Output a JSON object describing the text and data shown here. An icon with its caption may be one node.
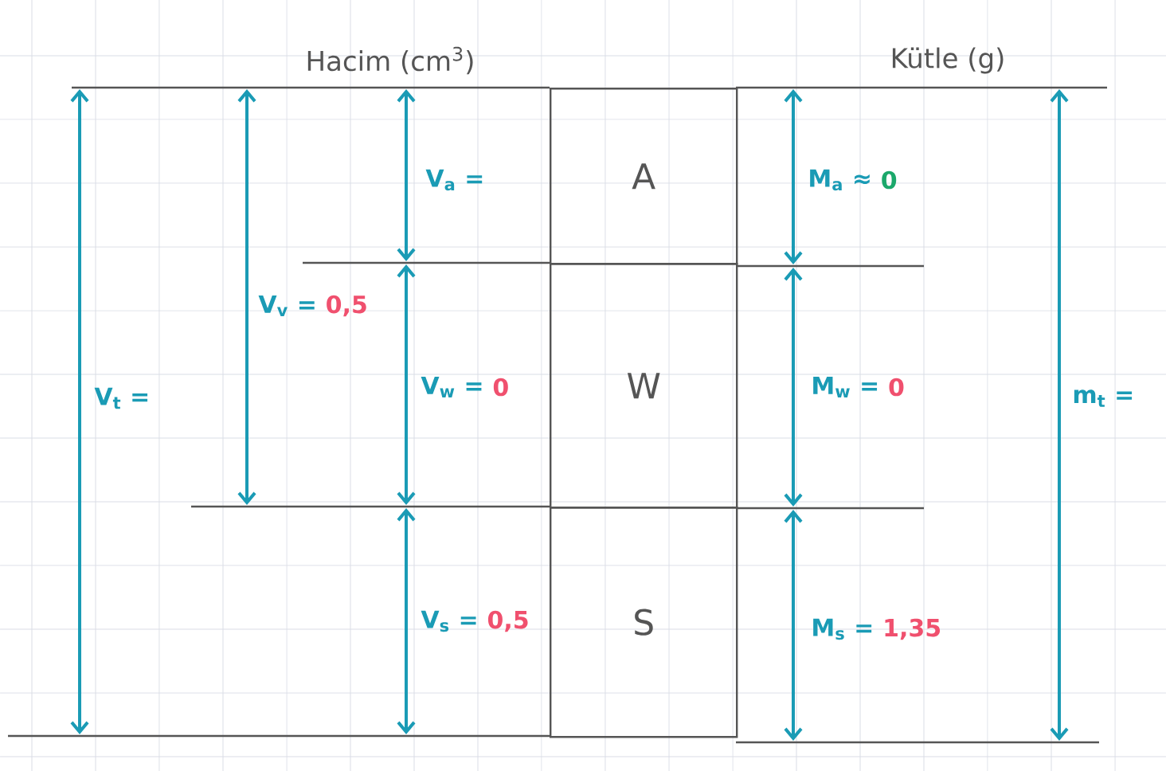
{
  "diagram": {
    "nodes": [
      {
        "text": [
          "A"
        ]
      },
      {
        "text": [
          "W"
        ]
      },
      {
        "text": [
          "S"
        ]
      }
    ],
    "labels": [
      "Hacim (cm$^{3}$)",
      "Kütle (g)",
      "V$_{a}$ =",
      "M$_{a}$ ≈",
      "0",
      "V$_{v}$ =",
      "0,5",
      "V$_{t}$ =",
      "V$_{w}$ =",
      "0",
      "M$_{w}$ =",
      "0",
      "m$_{t}$ =",
      "V$_{s}$ =",
      "0,5",
      "M$_{s}$ =",
      "1,35"
    ]
  }
}
